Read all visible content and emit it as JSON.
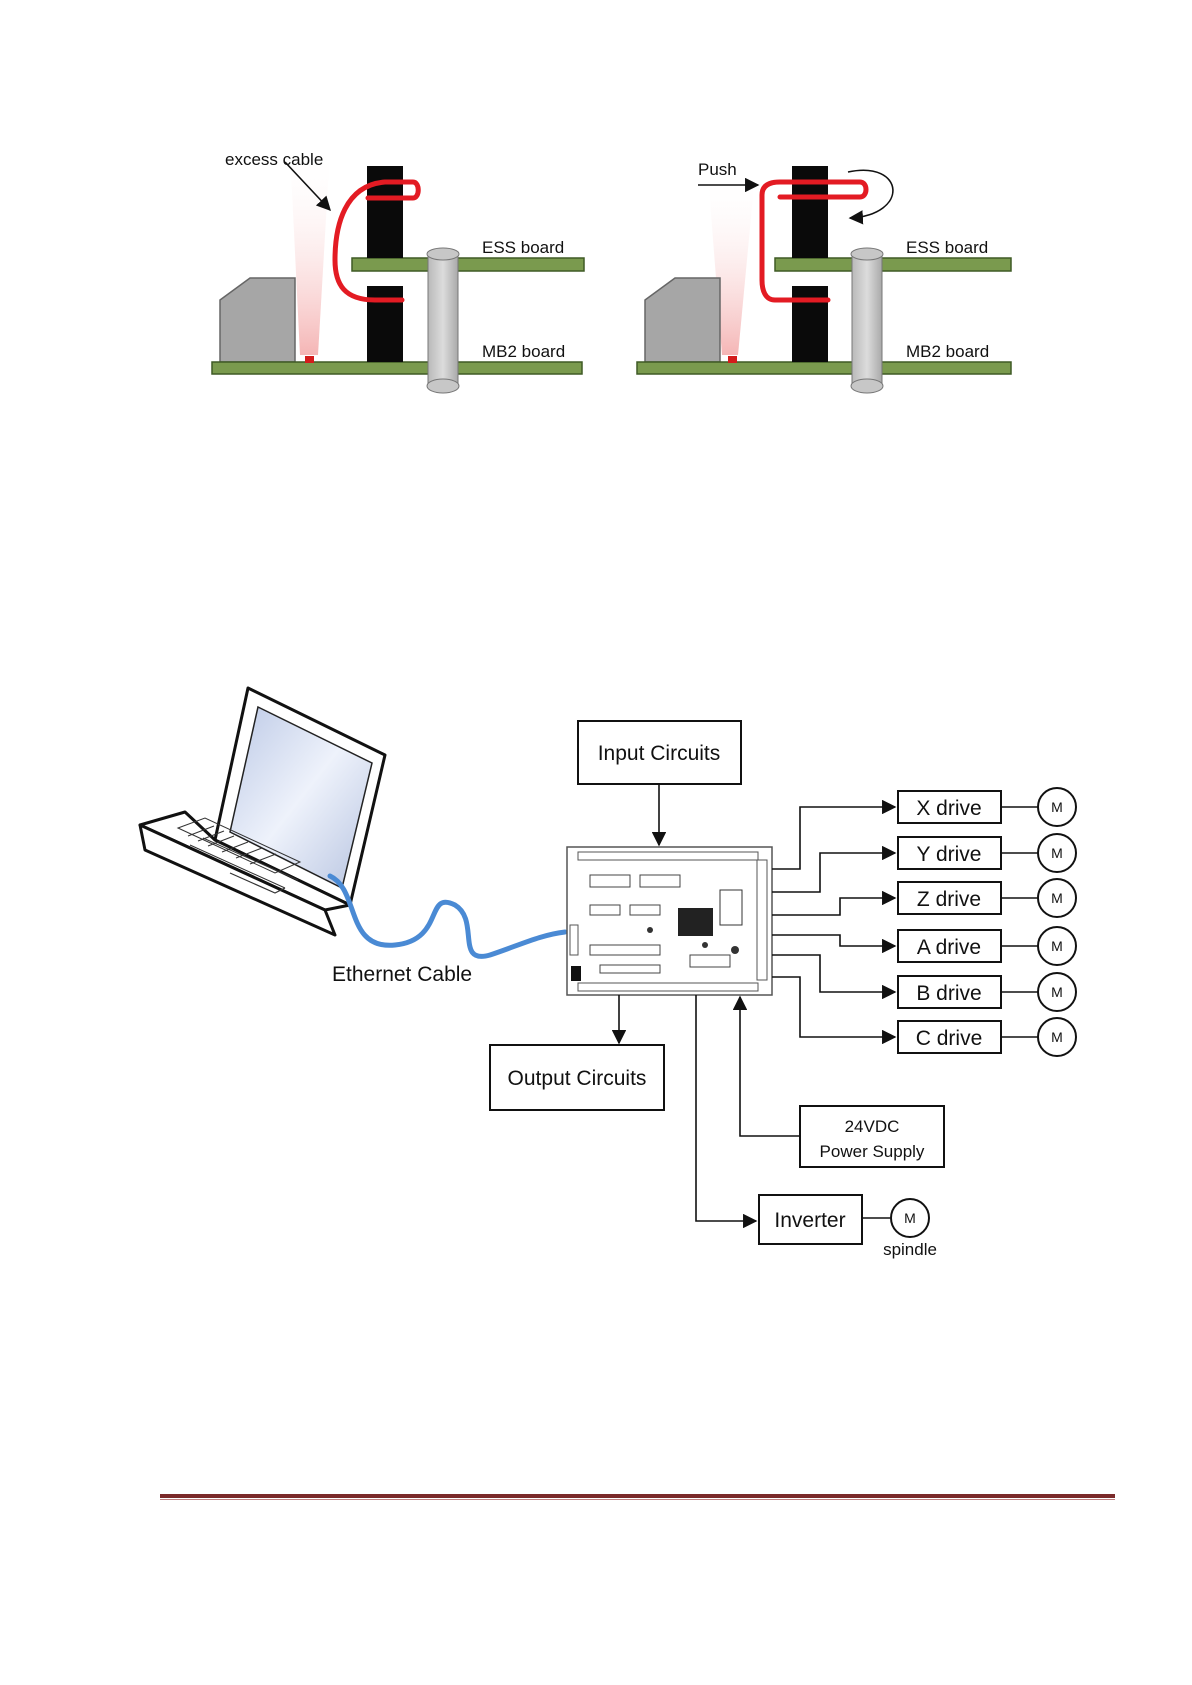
{
  "figure1": {
    "left_panel": {
      "annotation": "excess cable",
      "top_board": "ESS board",
      "bottom_board": "MB2 board"
    },
    "right_panel": {
      "annotation": "Push",
      "top_board": "ESS board",
      "bottom_board": "MB2 board"
    },
    "colors": {
      "pcb": "#7a9a4e",
      "cable": "#e31b23",
      "header": "#0a0a0a",
      "connector": "#a6a6a6"
    }
  },
  "figure2": {
    "ethernet_label": "Ethernet Cable",
    "input_circuits": "Input Circuits",
    "output_circuits": "Output Circuits",
    "power_supply": {
      "line1": "24VDC",
      "line2": "Power Supply"
    },
    "inverter": "Inverter",
    "spindle_label": "spindle",
    "motor_symbol": "M",
    "drives": [
      "X drive",
      "Y drive",
      "Z drive",
      "A drive",
      "B drive",
      "C drive"
    ],
    "colors": {
      "ethernet": "#4a8ad4",
      "footer_rule": "#7b2a2a"
    }
  }
}
